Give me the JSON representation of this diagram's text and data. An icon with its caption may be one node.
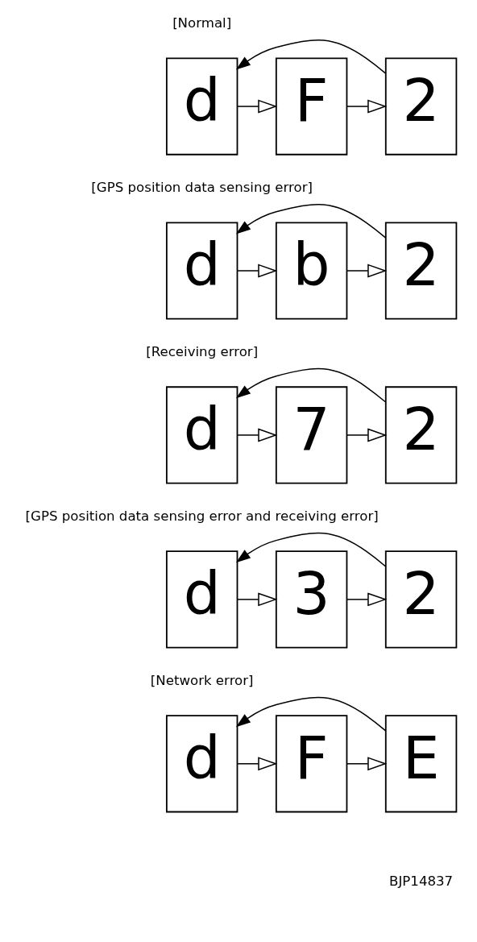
{
  "diagram": {
    "nodes": [
      {
        "text": [
          "d"
        ]
      },
      {
        "text": [
          "F"
        ]
      },
      {
        "text": [
          "2"
        ]
      },
      {
        "text": [
          "d"
        ]
      },
      {
        "text": [
          "b"
        ]
      },
      {
        "text": [
          "2"
        ]
      },
      {
        "text": [
          "d"
        ]
      },
      {
        "text": [
          "7"
        ]
      },
      {
        "text": [
          "2"
        ]
      },
      {
        "text": [
          "d"
        ]
      },
      {
        "text": [
          "3"
        ]
      },
      {
        "text": [
          "2"
        ]
      },
      {
        "text": [
          "d"
        ]
      },
      {
        "text": [
          "F"
        ]
      },
      {
        "text": [
          "E"
        ]
      }
    ],
    "edges": [
      {
        "from": 0,
        "to": 1,
        "arrow": "to"
      },
      {
        "from": 1,
        "to": 2,
        "arrow": "to"
      },
      {
        "from": 2,
        "to": 0,
        "arrow": "to"
      },
      {
        "from": 3,
        "to": 4,
        "arrow": "to"
      },
      {
        "from": 4,
        "to": 5,
        "arrow": "to"
      },
      {
        "from": 5,
        "to": 3,
        "arrow": "to"
      },
      {
        "from": 6,
        "to": 7,
        "arrow": "to"
      },
      {
        "from": 7,
        "to": 8,
        "arrow": "to"
      },
      {
        "from": 8,
        "to": 6,
        "arrow": "to"
      },
      {
        "from": 9,
        "to": 10,
        "arrow": "to"
      },
      {
        "from": 10,
        "to": 11,
        "arrow": "to"
      },
      {
        "from": 11,
        "to": 9,
        "arrow": "to"
      },
      {
        "from": 12,
        "to": 13,
        "arrow": "to"
      },
      {
        "from": 13,
        "to": 14,
        "arrow": "to"
      },
      {
        "from": 14,
        "to": 12,
        "arrow": "to"
      }
    ],
    "labels": [
      "[Normal]",
      "[GPS position data sensing error]",
      "[Receiving error]",
      "[GPS position data sensing error and receiving error]",
      "[Network error]",
      "BJP14837"
    ]
  }
}
